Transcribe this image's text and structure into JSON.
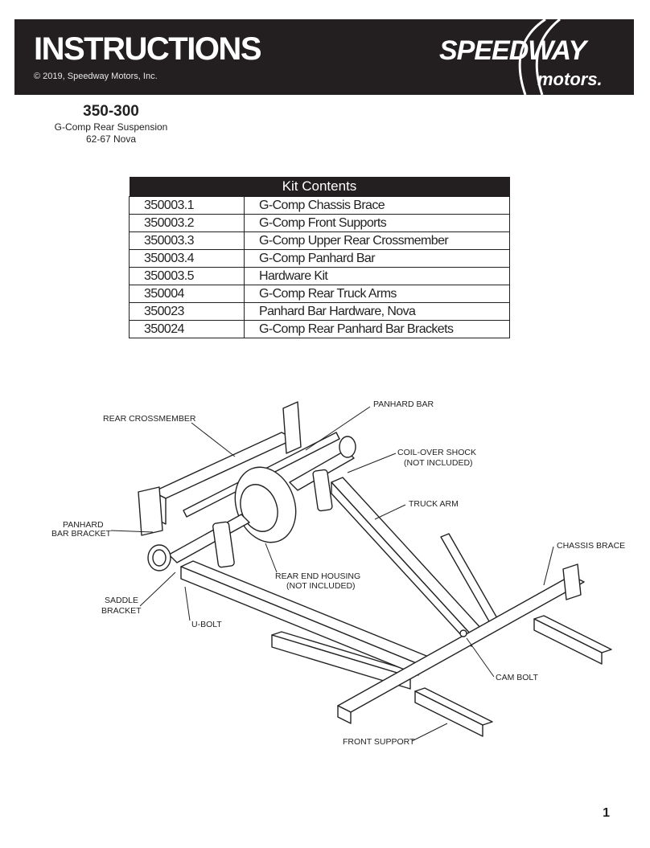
{
  "header": {
    "title": "INSTRUCTIONS",
    "copyright": "© 2019, Speedway Motors, Inc.",
    "logo_text_top": "SPEEDWAY",
    "logo_text_bottom": "motors."
  },
  "document": {
    "part_number": "350-300",
    "subtitle_line1": "G-Comp Rear Suspension",
    "subtitle_line2": "62-67 Nova"
  },
  "kit_contents": {
    "title": "Kit Contents",
    "rows": [
      {
        "part": "350003.1",
        "description": "G-Comp Chassis Brace"
      },
      {
        "part": "350003.2",
        "description": "G-Comp Front Supports"
      },
      {
        "part": "350003.3",
        "description": "G-Comp Upper Rear Crossmember"
      },
      {
        "part": "350003.4",
        "description": "G-Comp Panhard Bar"
      },
      {
        "part": "350003.5",
        "description": "Hardware Kit"
      },
      {
        "part": "350004",
        "description": "G-Comp Rear Truck Arms"
      },
      {
        "part": "350023",
        "description": "Panhard Bar Hardware, Nova"
      },
      {
        "part": "350024",
        "description": "G-Comp Rear Panhard Bar Brackets"
      }
    ]
  },
  "diagram_labels": {
    "rear_crossmember": "REAR CROSSMEMBER",
    "panhard_bar": "PANHARD BAR",
    "coil_over_1": "COIL-OVER SHOCK",
    "coil_over_2": "(NOT INCLUDED)",
    "truck_arm": "TRUCK ARM",
    "panhard_bracket_1": "PANHARD",
    "panhard_bracket_2": "BAR BRACKET",
    "chassis_brace": "CHASSIS BRACE",
    "rear_end_1": "REAR END HOUSING",
    "rear_end_2": "(NOT INCLUDED)",
    "saddle_1": "SADDLE",
    "saddle_2": "BRACKET",
    "u_bolt": "U-BOLT",
    "cam_bolt": "CAM BOLT",
    "front_support": "FRONT SUPPORT"
  },
  "page_number": "1"
}
